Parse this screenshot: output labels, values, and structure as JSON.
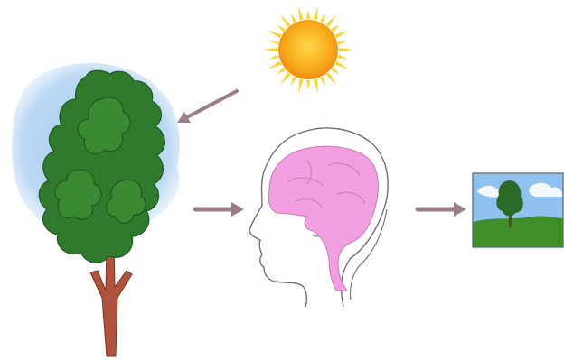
{
  "diagram": {
    "elements": [
      {
        "id": "sun",
        "icon": "sun-icon"
      },
      {
        "id": "tree",
        "icon": "tree-icon"
      },
      {
        "id": "head",
        "icon": "head-brain-icon"
      },
      {
        "id": "picture",
        "icon": "landscape-picture-icon"
      }
    ],
    "arrows": [
      {
        "from": "sun",
        "to": "tree"
      },
      {
        "from": "tree",
        "to": "head"
      },
      {
        "from": "head",
        "to": "picture"
      }
    ]
  },
  "colors": {
    "sun_core": "#f7a91a",
    "sun_rays": "#ffd21f",
    "sky_glow": "#b9d7f3",
    "foliage": "#2f7a2c",
    "foliage_dark": "#1f5a1d",
    "trunk": "#b0523c",
    "brain": "#f29fe1",
    "arrow": "#9a7f89",
    "picture_sky": "#8fc2ee",
    "picture_grass": "#3f8e2a"
  }
}
